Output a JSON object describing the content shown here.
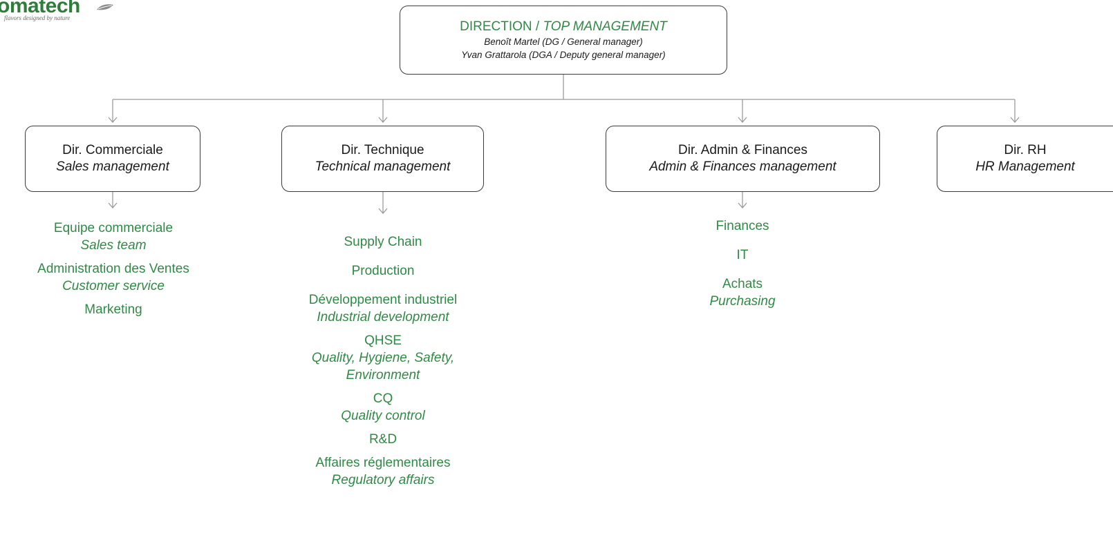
{
  "logo": {
    "wordmark": "omatech",
    "tagline": "flavors designed by nature",
    "brand_color": "#2f7d3a"
  },
  "colors": {
    "accent_green": "#2f8a45",
    "box_border": "#3a3a3a",
    "connector": "#9a9a9a"
  },
  "top": {
    "title_fr": "DIRECTION / ",
    "title_en": "TOP MANAGEMENT",
    "line1": "Benoît Martel (DG / General manager)",
    "line2": "Yvan Grattarola (DGA / Deputy general manager)"
  },
  "directions": [
    {
      "fr": "Dir. Commerciale",
      "en": "Sales management"
    },
    {
      "fr": "Dir. Technique",
      "en": "Technical management"
    },
    {
      "fr": "Dir. Admin & Finances",
      "en": "Admin & Finances management"
    },
    {
      "fr": "Dir. RH",
      "en": "HR Management"
    }
  ],
  "teams": {
    "commerciale": [
      {
        "fr": "Equipe commerciale",
        "en": "Sales team"
      },
      {
        "fr": "Administration des Ventes",
        "en": "Customer service"
      },
      {
        "fr": "Marketing",
        "en": ""
      }
    ],
    "technique": [
      {
        "fr": "Supply Chain",
        "en": ""
      },
      {
        "fr": "Production",
        "en": ""
      },
      {
        "fr": "Développement industriel",
        "en": "Industrial development"
      },
      {
        "fr": "QHSE",
        "en": "Quality, Hygiene, Safety,",
        "en2": "Environment"
      },
      {
        "fr": "CQ",
        "en": "Quality control"
      },
      {
        "fr": "R&D",
        "en": ""
      },
      {
        "fr": "Affaires réglementaires",
        "en": "Regulatory affairs"
      }
    ],
    "admin": [
      {
        "fr": "Finances",
        "en": ""
      },
      {
        "fr": "IT",
        "en": ""
      },
      {
        "fr": "Achats",
        "en": "Purchasing"
      }
    ]
  }
}
